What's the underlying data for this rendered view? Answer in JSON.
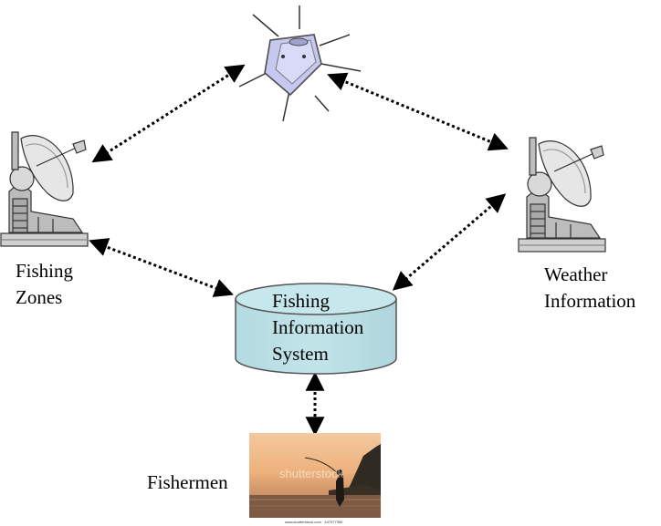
{
  "nodes": {
    "fishing_zones": {
      "line1": "Fishing",
      "line2": "Zones"
    },
    "weather_information": {
      "line1": "Weather",
      "line2": "Information"
    },
    "fishing_information_system": {
      "line1": "Fishing",
      "line2": "Information",
      "line3": "System"
    },
    "fishermen": {
      "label": "Fishermen"
    }
  },
  "photo": {
    "watermark": "shutterstock",
    "caption": "www.shutterstock.com · 447977350"
  },
  "icons": {
    "satellite": "satellite-icon",
    "left_dish": "satellite-dish-icon",
    "right_dish": "satellite-dish-icon",
    "database": "database-cylinder-icon",
    "photo": "fisherman-photo"
  },
  "colors": {
    "cylinder_fill": "#b7dde3",
    "arrow": "#000000",
    "satellite_body": "#c6c8f0",
    "dish_gray": "#c8c8c8"
  }
}
